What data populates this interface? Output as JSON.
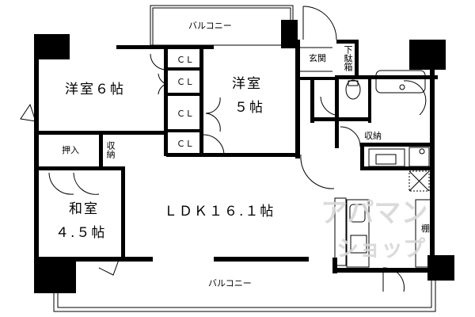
{
  "floorplan": {
    "rooms": {
      "western_room_6": "洋室６帖",
      "western_room_5_line1": "洋室",
      "western_room_5_line2": "５帖",
      "japanese_room_line1": "和室",
      "japanese_room_line2": "４.５帖",
      "ldk": "ＬＤＫ１６.１帖"
    },
    "closets": [
      "ＣＬ",
      "ＣＬ",
      "ＣＬ",
      "ＣＬ"
    ],
    "labels": {
      "balcony_top": "バルコニー",
      "balcony_bottom": "バルコニー",
      "oshiire": "押入",
      "shuno_small": "収納",
      "shuno_wash": "収納",
      "genkan": "玄関",
      "getabako": "下駄箱",
      "tana": "棚"
    },
    "watermark": {
      "line1": "アパマン",
      "line2": "ショップ"
    },
    "colors": {
      "wall": "#000000",
      "background": "#ffffff",
      "watermark": "#d8d8d8"
    }
  }
}
